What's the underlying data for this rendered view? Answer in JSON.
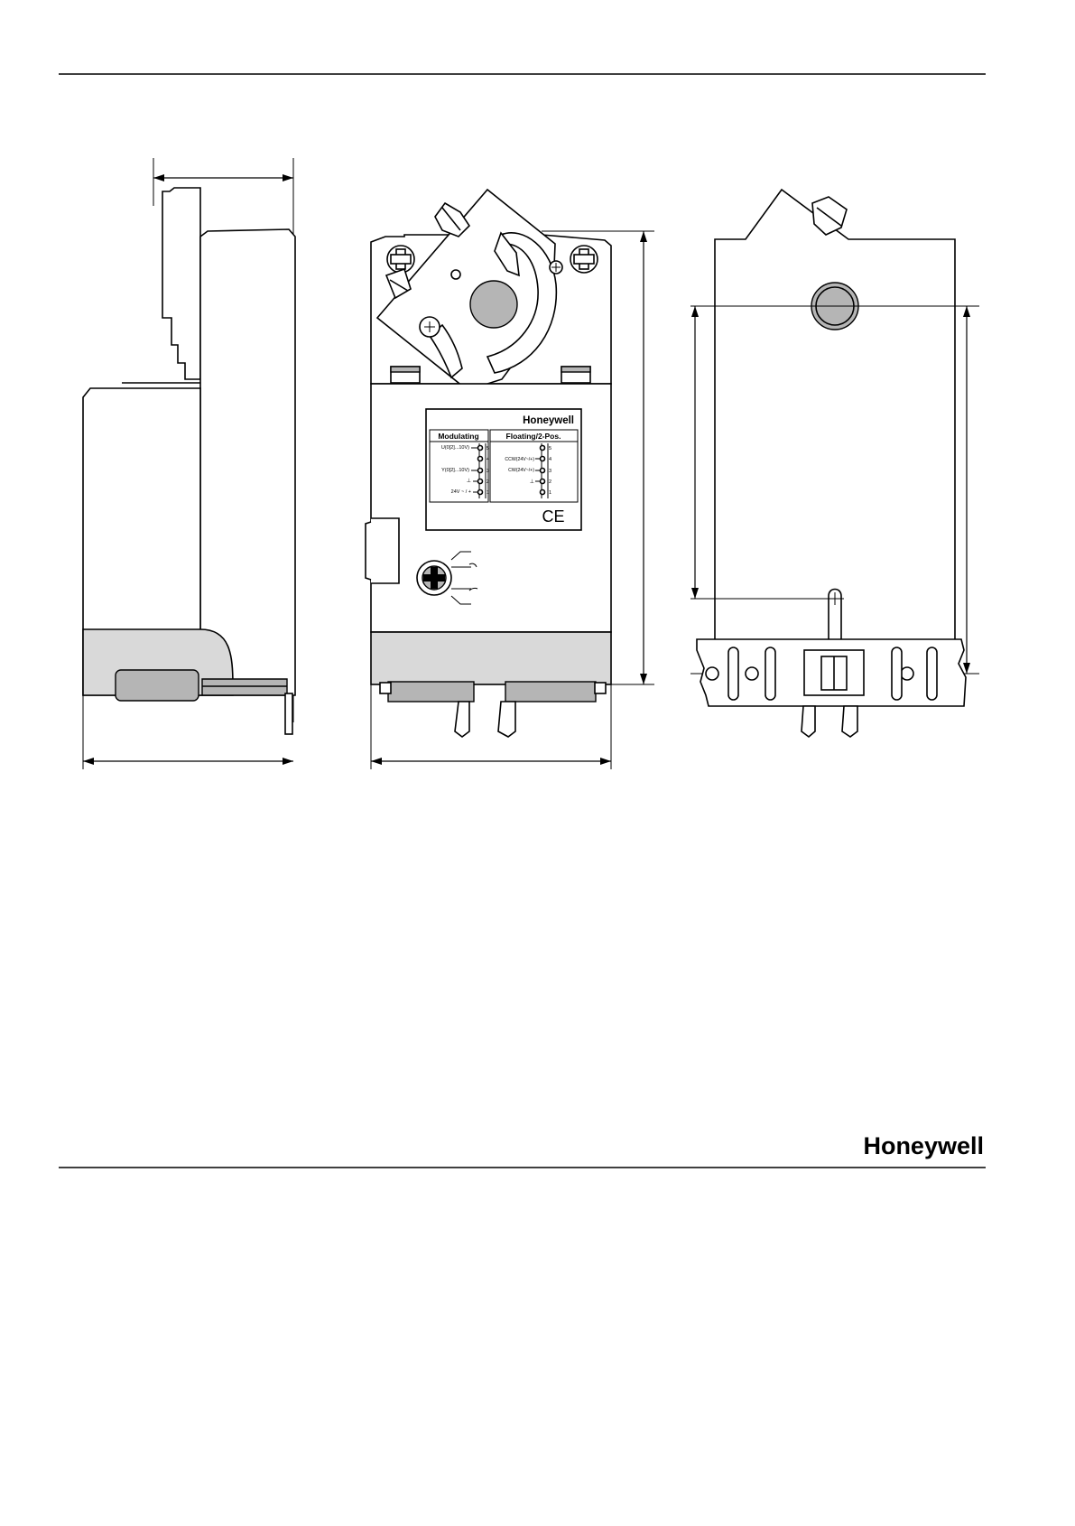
{
  "brand": {
    "device_label_brand": "Honeywell",
    "footer_logo": "Honeywell"
  },
  "wiring_label": {
    "modulating": {
      "title": "Modulating",
      "rows": [
        "U(0[2]...10V)",
        "Y(0[2]...10V)",
        "⊥",
        "24V ~ / +"
      ],
      "terminals": [
        "5",
        "4",
        "3",
        "2",
        "1"
      ]
    },
    "floating": {
      "title": "Floating/2-Pos.",
      "rows": [
        "CCW(24V~/+)",
        "CW(24V~/+)",
        "⊥"
      ],
      "terminals": [
        "5",
        "4",
        "3",
        "2",
        "1"
      ]
    },
    "ce_mark": "CE"
  },
  "views": [
    "side-view",
    "front-view",
    "rear-view"
  ],
  "colors": {
    "housing_gray": "#d9d9d9",
    "knob_gray": "#b5b5b5",
    "line": "#000000"
  }
}
